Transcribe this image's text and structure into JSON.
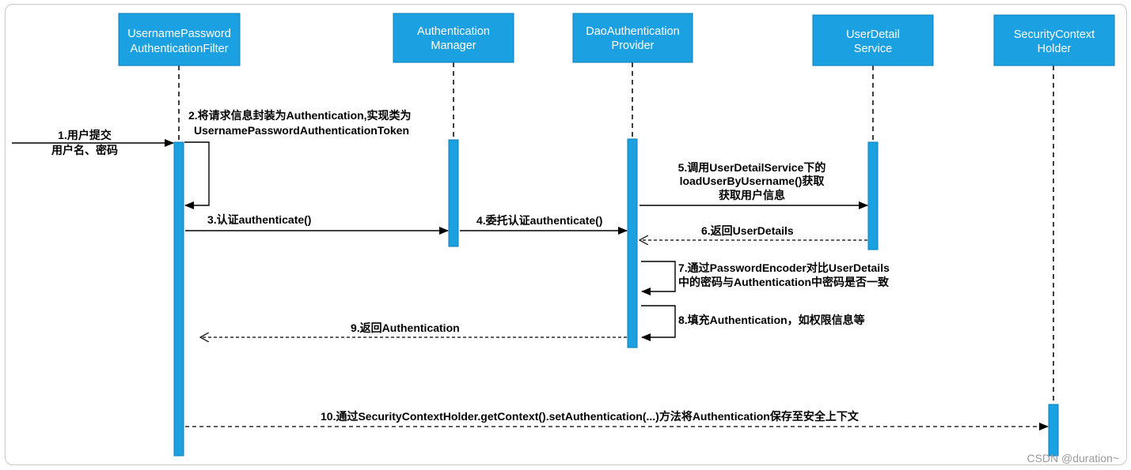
{
  "colors": {
    "participant": "#1ba1e2",
    "participant_border": "#0e7fb8",
    "line": "#000000"
  },
  "participants": [
    {
      "id": "filter",
      "lines": [
        "UsernamePassword",
        "AuthenticationFilter"
      ]
    },
    {
      "id": "manager",
      "lines": [
        "Authentication",
        "Manager"
      ]
    },
    {
      "id": "provider",
      "lines": [
        "DaoAuthentication",
        "Provider"
      ]
    },
    {
      "id": "uds",
      "lines": [
        "UserDetail",
        "Service"
      ]
    },
    {
      "id": "sch",
      "lines": [
        "SecurityContext",
        "Holder"
      ]
    }
  ],
  "messages": [
    {
      "id": "m1",
      "lines": [
        "1.用户提交",
        "用户名、密码"
      ]
    },
    {
      "id": "m2",
      "lines": [
        "2.将请求信息封装为Authentication,实现类为",
        "UsernamePasswordAuthenticationToken"
      ]
    },
    {
      "id": "m3",
      "lines": [
        "3.认证authenticate()"
      ]
    },
    {
      "id": "m4",
      "lines": [
        "4.委托认证authenticate()"
      ]
    },
    {
      "id": "m5",
      "lines": [
        "5.调用UserDetailService下的",
        "loadUserByUsername()获取",
        "获取用户信息"
      ]
    },
    {
      "id": "m6",
      "lines": [
        "6.返回UserDetails"
      ]
    },
    {
      "id": "m7",
      "lines": [
        "7.通过PasswordEncoder对比UserDetails",
        "中的密码与Authentication中密码是否一致"
      ]
    },
    {
      "id": "m8",
      "lines": [
        "8.填充Authentication，如权限信息等"
      ]
    },
    {
      "id": "m9",
      "lines": [
        "9.返回Authentication"
      ]
    },
    {
      "id": "m10",
      "lines": [
        "10.通过SecurityContextHolder.getContext().setAuthentication(...)方法将Authentication保存至安全上下文"
      ]
    }
  ],
  "watermark": "CSDN @duration~"
}
